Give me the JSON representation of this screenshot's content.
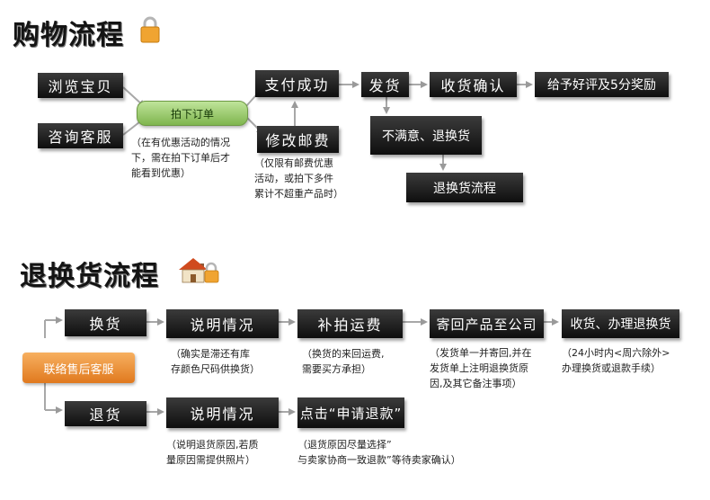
{
  "colors": {
    "box": "#1a1a1a",
    "arrow": "#aaaaaa",
    "accent_green": "#8fc25b",
    "accent_orange": "#ee8c2e",
    "lock": "#f0a431"
  },
  "icons": [
    "lock-icon",
    "house-icon"
  ],
  "shopping": {
    "title": "购物流程",
    "browse": "浏览宝贝",
    "consult": "咨询客服",
    "place_order": "拍下订单",
    "pay_success": "支付成功",
    "ship": "发货",
    "receive": "收货确认",
    "review": "给予好评及5分奖励",
    "modify_postage": "修改邮费",
    "unsatisfied": "不满意、退换货",
    "return_flow": "退换货流程",
    "note_promo": [
      "（在有优惠活动的情况",
      "下，需在拍下订单后才",
      "能看到优惠）"
    ],
    "note_postage": [
      "（仅限有邮费优惠",
      "活动，或拍下多件",
      "累计不超重产品时）"
    ]
  },
  "returns": {
    "title": "退换货流程",
    "contact": "联络售后客服",
    "exchange": "换货",
    "explain_1": "说明情况",
    "pay_shipping": "补拍运费",
    "send_back": "寄回产品至公司",
    "receive_process": "收货、办理退换货",
    "refund": "退货",
    "explain_2": "说明情况",
    "click_refund": "点击“申请退款”",
    "note_stock": [
      "（确实是滞还有库",
      "存颜色尺码供换货）"
    ],
    "note_shipping": [
      "（换货的来回运费,",
      "需要买方承担）"
    ],
    "note_invoice": [
      "（发货单一并寄回,并在",
      "发货单上注明退换货原",
      "因,及其它备注事项）"
    ],
    "note_24h": [
      "（24小时内<周六除外>",
      "办理换货或退款手续）"
    ],
    "note_reason": [
      "（说明退货原因,若质",
      "量原因需提供照片）"
    ],
    "note_agree": [
      "（退货原因尽量选择”",
      "与卖家协商一致退款”等待卖家确认）"
    ]
  }
}
